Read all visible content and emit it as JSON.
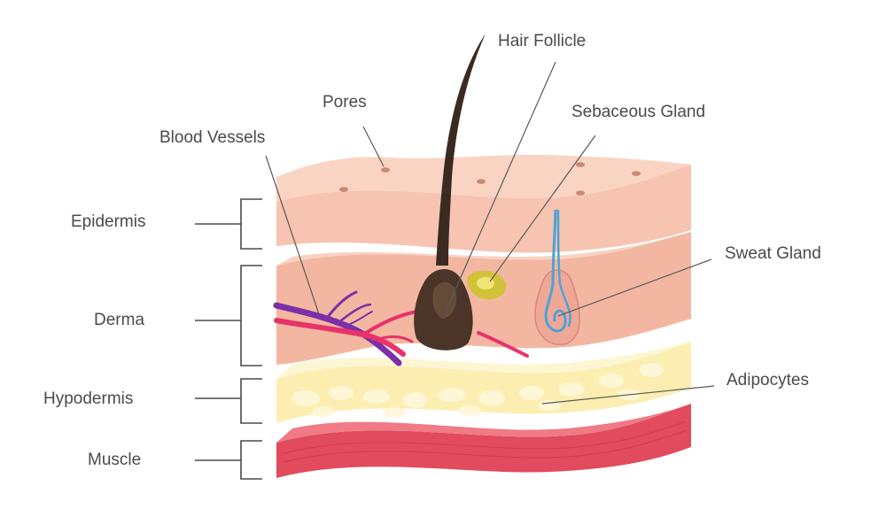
{
  "labels": {
    "hair_follicle": "Hair Follicle",
    "pores": "Pores",
    "sebaceous_gland": "Sebaceous Gland",
    "blood_vessels": "Blood Vessels",
    "sweat_gland": "Sweat Gland",
    "adipocytes": "Adipocytes"
  },
  "layers": {
    "epidermis": "Epidermis",
    "derma": "Derma",
    "hypodermis": "Hypodermis",
    "muscle": "Muscle"
  },
  "colors": {
    "skin_top": "#f6c8b4",
    "skin_front": "#f3b9a3",
    "fat": "#fbeeb0",
    "muscle": "#e24a5c",
    "vein": "#7b2fa8",
    "artery": "#e8326a",
    "hair": "#3b2a20",
    "sweat_duct": "#4aa3d9"
  }
}
